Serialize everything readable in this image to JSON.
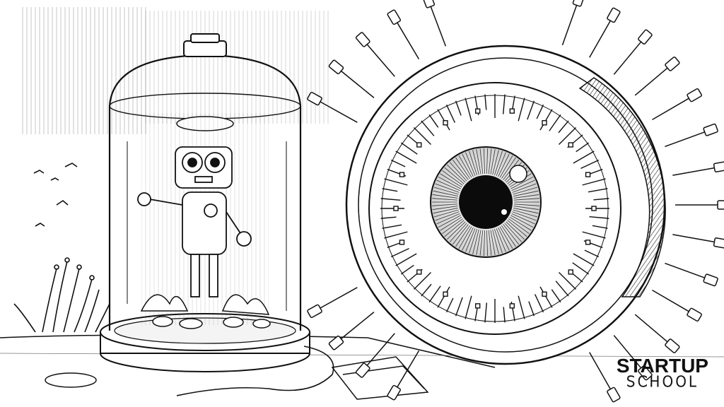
{
  "illustration": {
    "style": "ink-sketch",
    "palette": {
      "ink": "#111111",
      "paper": "#ffffff",
      "shade": "#9a9a9a"
    }
  },
  "logo": {
    "line1": "STARTUP",
    "line2": "SCHOOL"
  }
}
